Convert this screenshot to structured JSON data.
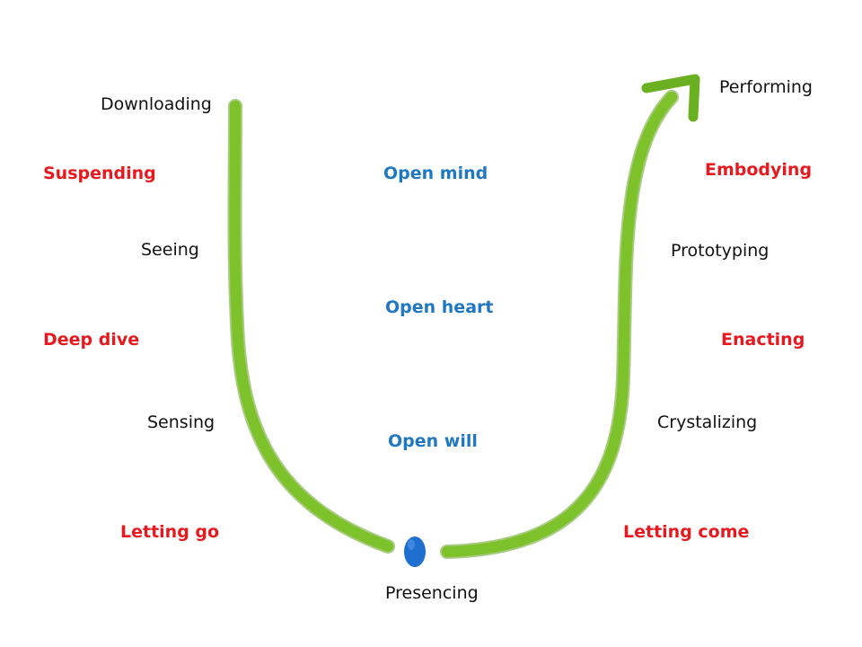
{
  "diagram": {
    "left_stages": {
      "downloading": "Downloading",
      "seeing": "Seeing",
      "sensing": "Sensing"
    },
    "left_actions": {
      "suspending": "Suspending",
      "deep_dive": "Deep dive",
      "letting_go": "Letting go"
    },
    "center": {
      "open_mind": "Open mind",
      "open_heart": "Open heart",
      "open_will": "Open will"
    },
    "bottom": {
      "presencing": "Presencing"
    },
    "right_stages": {
      "performing": "Performing",
      "prototyping": "Prototyping",
      "crystalizing": "Crystalizing"
    },
    "right_actions": {
      "embodying": "Embodying",
      "enacting": "Enacting",
      "letting_come": "Letting come"
    },
    "colors": {
      "stroke_green": "#7dc22a",
      "stroke_green_dark": "#5fa018",
      "dot_blue": "#1e6fd0",
      "action_red": "#e8191e",
      "open_blue": "#1f78c1",
      "stage_black": "#111111"
    }
  }
}
